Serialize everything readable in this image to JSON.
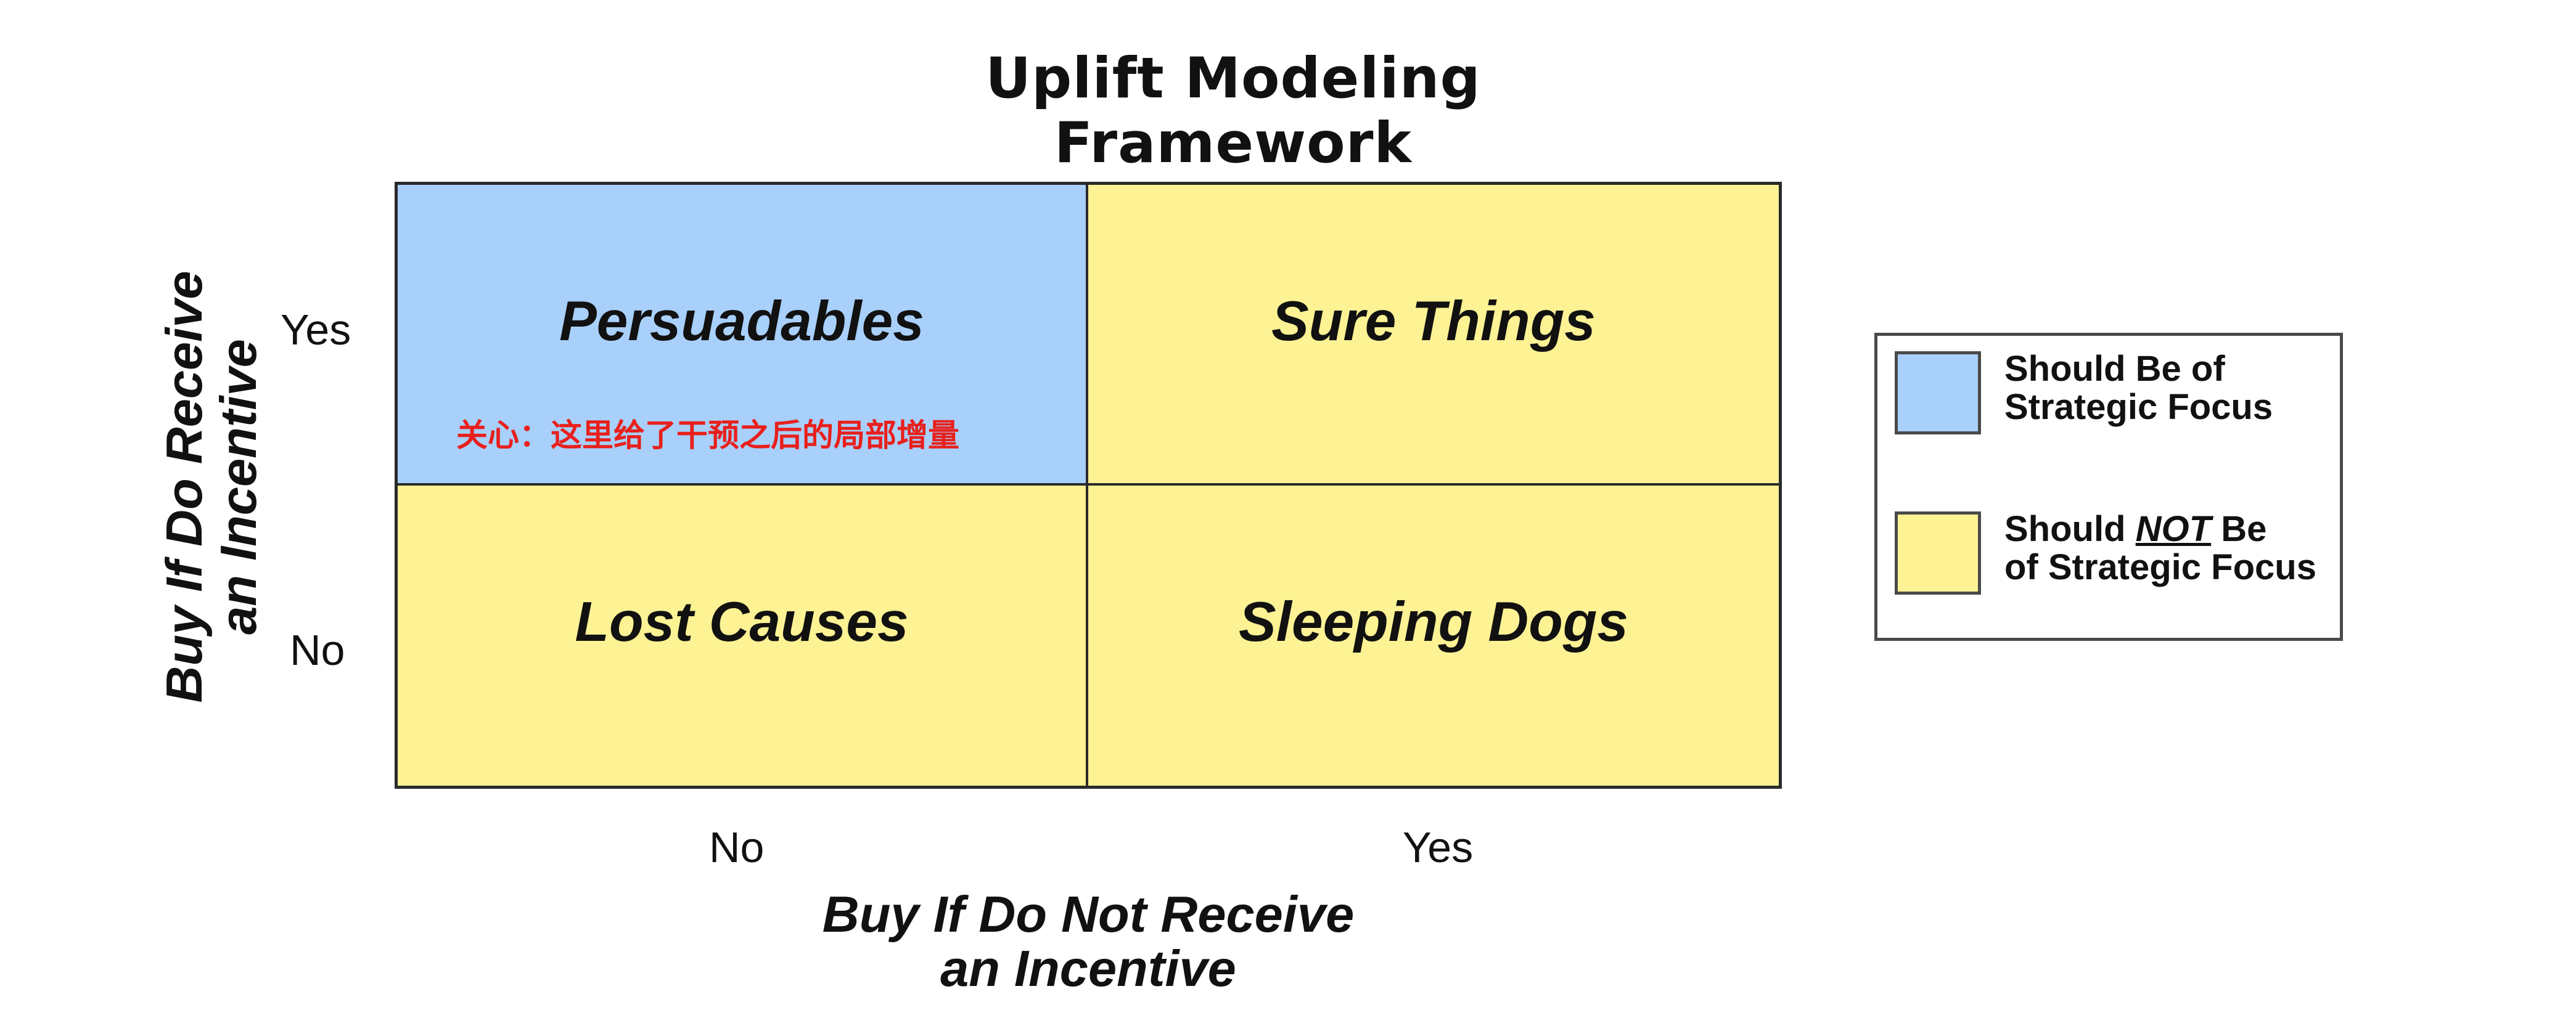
{
  "title": "Uplift Modeling Framework",
  "colors": {
    "focus": "#a8d0fb",
    "not_focus": "#fdf294",
    "note": "#e8201c",
    "border": "#2a2a2a"
  },
  "quadrants": {
    "top_left": "Persuadables",
    "top_right": "Sure Things",
    "bottom_left": "Lost Causes",
    "bottom_right": "Sleeping Dogs"
  },
  "annotation": "关心：这里给了干预之后的局部增量",
  "x_axis": {
    "label_line1": "Buy If Do Not Receive",
    "label_line2": "an Incentive",
    "ticks": [
      "No",
      "Yes"
    ]
  },
  "y_axis": {
    "label_line1": "Buy If Do Receive",
    "label_line2": "an Incentive",
    "ticks": [
      "Yes",
      "No"
    ]
  },
  "legend": {
    "focus_line1": "Should Be of",
    "focus_line2": "Strategic Focus",
    "notfocus_prefix": "Should ",
    "notfocus_emphasis": "NOT",
    "notfocus_suffix": " Be",
    "notfocus_line2": "of Strategic Focus"
  }
}
